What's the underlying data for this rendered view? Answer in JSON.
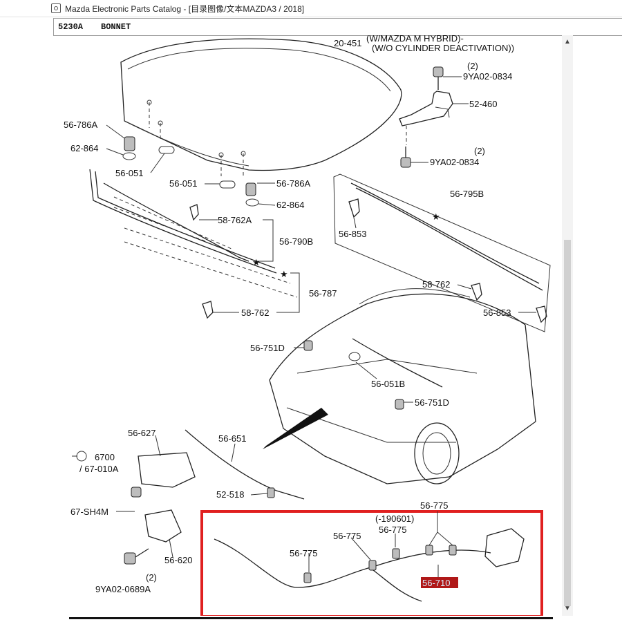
{
  "window": {
    "title": "Mazda Electronic Parts Catalog - [目录图像/文本MAZDA3 / 2018]"
  },
  "header": {
    "code": "5230A",
    "name": "BONNET"
  },
  "scroll": {
    "up_glyph": "▲",
    "down_glyph": "▼"
  },
  "labels": {
    "note_line1": "20-451",
    "note_line2": "(W/MAZDA M HYBRID)-",
    "note_line3": "(W/O CYLINDER DEACTIVATION))",
    "p_9ya02_0834_top": "9YA02-0834",
    "qty_top": "(2)",
    "p_52_460": "52-460",
    "p_9ya02_0834_bottom": "9YA02-0834",
    "qty_bottom": "(2)",
    "p_56_786a_left": "56-786A",
    "p_62_864_left": "62-864",
    "p_56_051_left": "56-051",
    "p_56_051_mid": "56-051",
    "p_56_786a_right": "56-786A",
    "p_62_864_right": "62-864",
    "p_58_762a": "58-762A",
    "p_56_790b": "56-790B",
    "p_56_787": "56-787",
    "p_58_762_left": "58-762",
    "p_56_795b": "56-795B",
    "p_56_853_top": "56-853",
    "p_58_762_box": "58-762",
    "p_56_853_bottom": "56-853",
    "p_56_751d_left": "56-751D",
    "p_56_051b": "56-051B",
    "p_56_751d_right": "56-751D",
    "p_56_627": "56-627",
    "p_56_651": "56-651",
    "p_6700": "6700",
    "p_67_010a": "/ 67-010A",
    "p_52_518": "52-518",
    "p_67_sh4m": "67-SH4M",
    "p_56_620": "56-620",
    "qty_bolt": "(2)",
    "p_9ya02_0689a": "9YA02-0689A",
    "p_56_775_a": "56-775",
    "p_56_775_b": "56-775",
    "p_190601": "(-190601)",
    "p_56_775_c": "56-775",
    "p_56_775_d": "56-775",
    "p_56_710": "56-710"
  },
  "colors": {
    "highlight_box": "#e02020",
    "selected_label_bg": "#b01818",
    "selected_label_fg": "#d8f0ff",
    "line": "#222222"
  },
  "icons": {
    "app": "app-icon",
    "star": "star-icon"
  }
}
